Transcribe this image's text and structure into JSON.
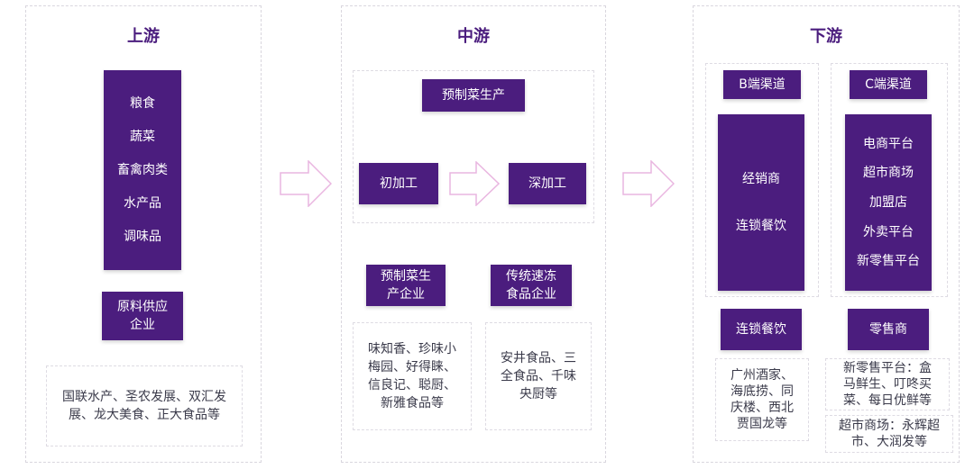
{
  "upstream": {
    "title": "上游",
    "materials": [
      "粮食",
      "蔬菜",
      "畜禽肉类",
      "水产品",
      "调味品"
    ],
    "supplier_label": "原料供应\n企业",
    "companies": "国联水产、圣农发展、双汇发\n展、龙大美食、正大食品等"
  },
  "midstream": {
    "title": "中游",
    "production": "预制菜生产",
    "primary": "初加工",
    "deep": "深加工",
    "maker_label": "预制菜生\n产企业",
    "frozen_label": "传统速冻\n食品企业",
    "maker_companies": "味知香、珍味小\n梅园、好得睐、\n信良记、聪厨、\n新雅食品等",
    "frozen_companies": "安井食品、三\n全食品、千味\n央厨等"
  },
  "downstream": {
    "title": "下游",
    "b_channel": "B端渠道",
    "c_channel": "C端渠道",
    "b_items": [
      "经销商",
      "连锁餐饮"
    ],
    "c_items": [
      "电商平台",
      "超市商场",
      "加盟店",
      "外卖平台",
      "新零售平台"
    ],
    "chain_label": "连锁餐饮",
    "retail_label": "零售商",
    "chain_companies": "广州酒家、\n海底捞、同\n庆楼、西北\n贾国龙等",
    "new_retail_companies": "新零售平台：盒\n马鲜生、叮咚买\n菜、每日优鲜等",
    "supermarket_companies": "超市商场：永辉超\n市、大润发等"
  }
}
